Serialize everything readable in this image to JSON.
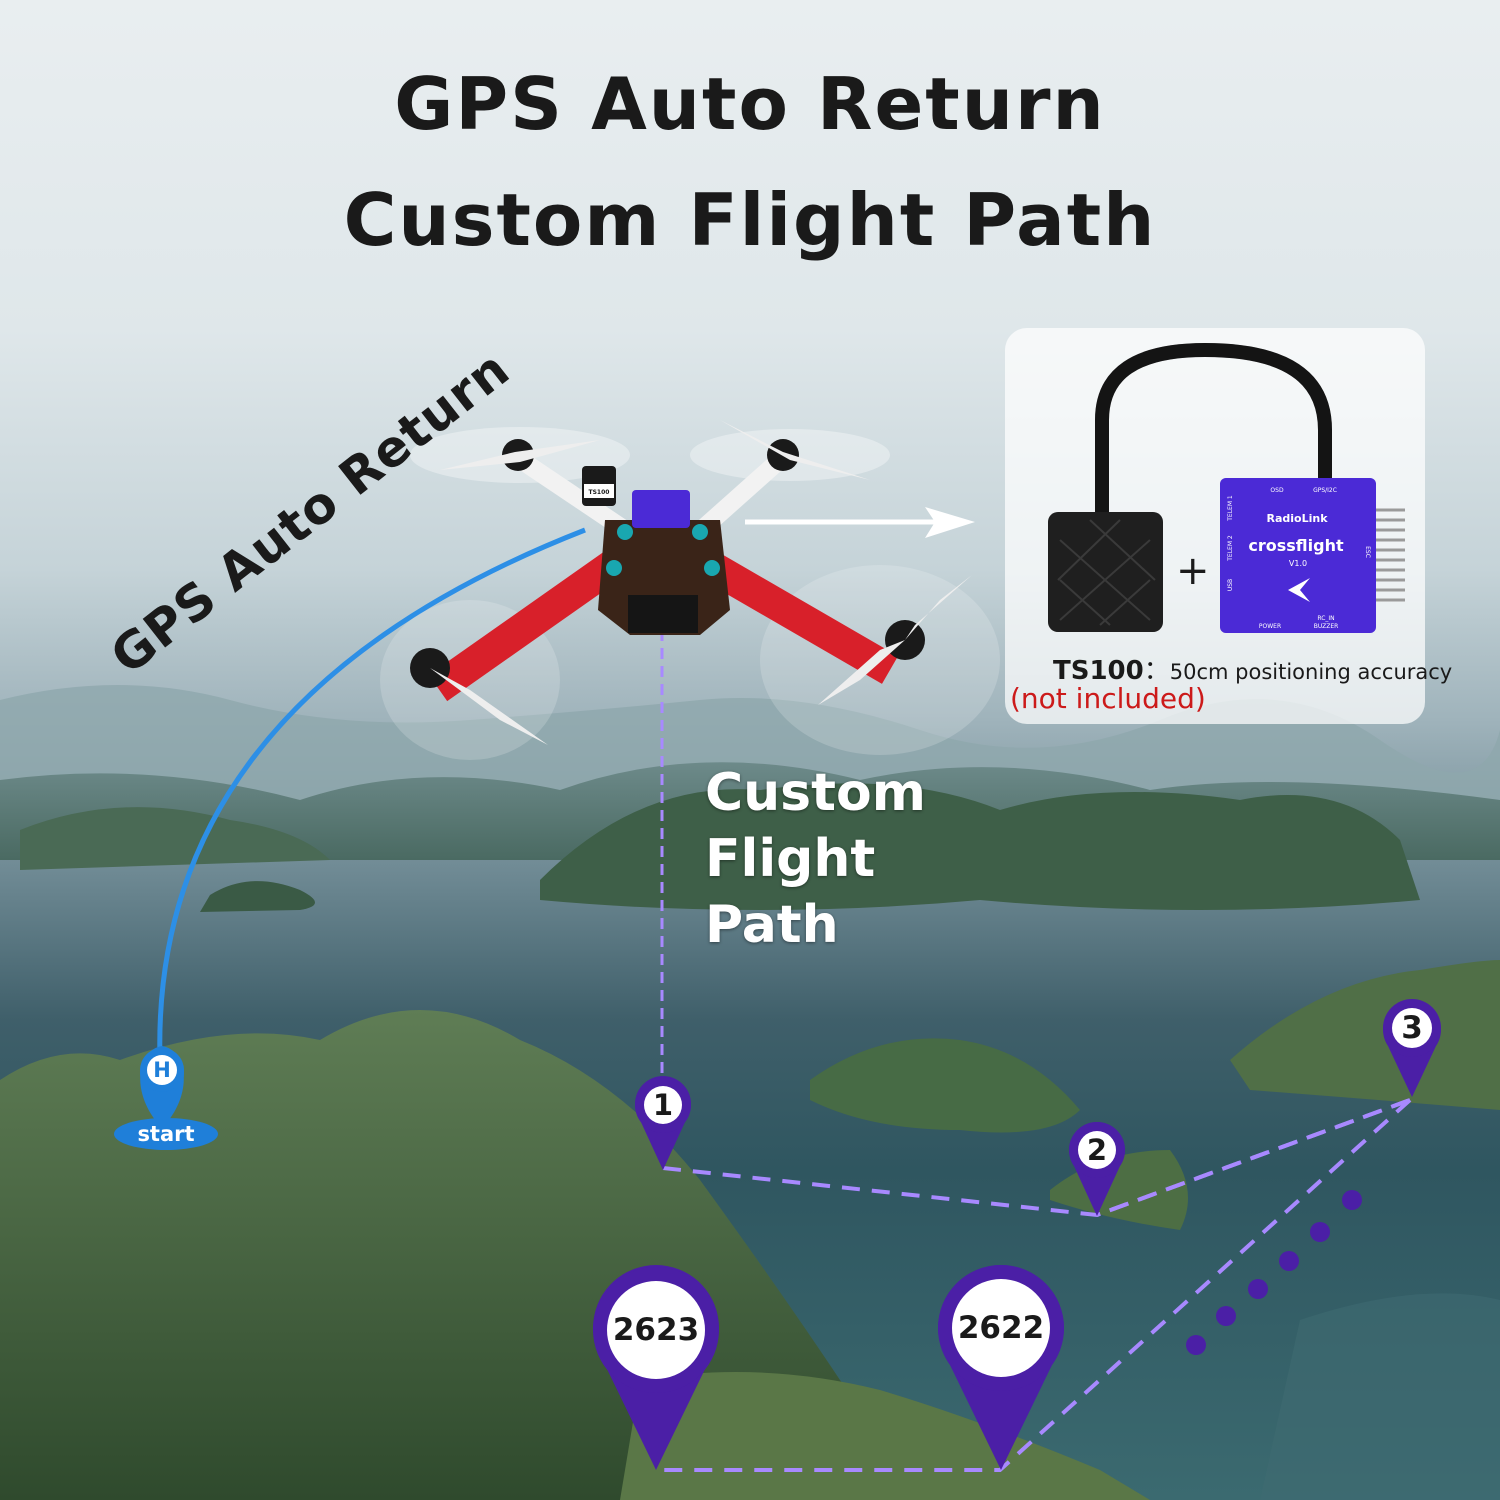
{
  "title": {
    "line1": "GPS Auto Return",
    "line2": "Custom Flight Path"
  },
  "arc_label": "GPS Auto Return",
  "path_label": [
    "Custom",
    "Flight",
    "Path"
  ],
  "home": {
    "letter": "H",
    "label": "start"
  },
  "waypoints": [
    "1",
    "2",
    "3"
  ],
  "markers": [
    "2623",
    "2622"
  ],
  "gps_module": {
    "name": "TS100",
    "separator": "：",
    "description": "50cm positioning accuracy",
    "note": "(not included)",
    "plus": "+"
  },
  "flight_controller": {
    "brand": "RadioLink",
    "name": "crossflight",
    "version": "V1.0",
    "ports": [
      "OSD",
      "GPS/I2C",
      "TELEM 1",
      "TELEM 2",
      "USB",
      "POWER",
      "RC_IN",
      "BUZZER",
      "ESC"
    ]
  },
  "drone": {
    "gps_sticker": "TS100"
  },
  "colors": {
    "pin_purple": "#4b1fa6",
    "path_lavender": "#a889ff",
    "arc_blue": "#2d8fe6",
    "home_blue": "#1f7fd9",
    "frame_red": "#d8202a",
    "note_red": "#cc1a1a"
  }
}
